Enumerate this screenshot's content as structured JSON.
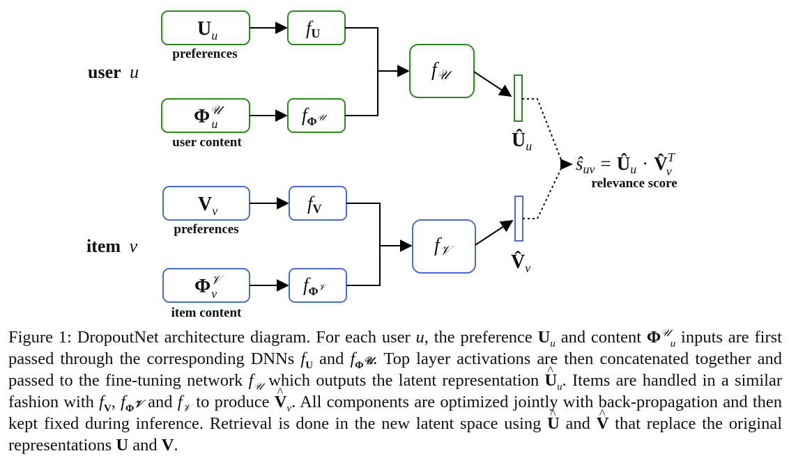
{
  "colors": {
    "user": "#2b8a1e",
    "item": "#4a6cc8",
    "line": "#000000"
  },
  "user_group": {
    "label": "user",
    "var": "u"
  },
  "item_group": {
    "label": "item",
    "var": "v"
  },
  "user_pref_input": {
    "main": "U",
    "sub": "u",
    "caption": "preferences"
  },
  "user_content_input": {
    "main": "Φ",
    "sub": "u",
    "sup": "𝒰",
    "caption": "user content"
  },
  "item_pref_input": {
    "main": "V",
    "sub": "v",
    "caption": "preferences"
  },
  "item_content_input": {
    "main": "Φ",
    "sub": "v",
    "sup": "𝒱",
    "caption": "item content"
  },
  "user_pref_dnn": {
    "f": "f",
    "sub": "U"
  },
  "user_content_dnn": {
    "f": "f",
    "sub": "Φ",
    "subsup": "𝒰"
  },
  "item_pref_dnn": {
    "f": "f",
    "sub": "V"
  },
  "item_content_dnn": {
    "f": "f",
    "sub": "Φ",
    "subsup": "𝒱"
  },
  "user_tune": {
    "f": "f",
    "sub": "𝒰"
  },
  "item_tune": {
    "f": "f",
    "sub": "𝒱"
  },
  "user_latent": {
    "main": "Û",
    "sub": "u"
  },
  "item_latent": {
    "main": "V̂",
    "sub": "v"
  },
  "score": {
    "s": "ŝ",
    "s_sub": "uv",
    "eq": "=",
    "u": "Û",
    "u_sub": "u",
    "dot": "·",
    "v": "V̂",
    "v_sub": "v",
    "v_sup": "T",
    "caption": "relevance score"
  },
  "caption": {
    "p1": "Figure 1: DropoutNet architecture diagram. For each user ",
    "p2": ", the preference ",
    "p3": " and content ",
    "p4": " inputs are first passed through the corresponding DNNs ",
    "p5": " and ",
    "p6": ". Top layer activations are then concatenated together and passed to the fine-tuning network ",
    "p7": " which outputs the latent representation ",
    "p8": ". Items are handled in a similar fashion with ",
    "p9": ", ",
    "p10": " and ",
    "p11": " to produce ",
    "p12": ". All components are optimized jointly with back-propagation and then kept fixed during inference. Retrieval is done in the new latent space using ",
    "p13": " and ",
    "p14": " that replace the original representations ",
    "p15": " and ",
    "p16": "."
  }
}
